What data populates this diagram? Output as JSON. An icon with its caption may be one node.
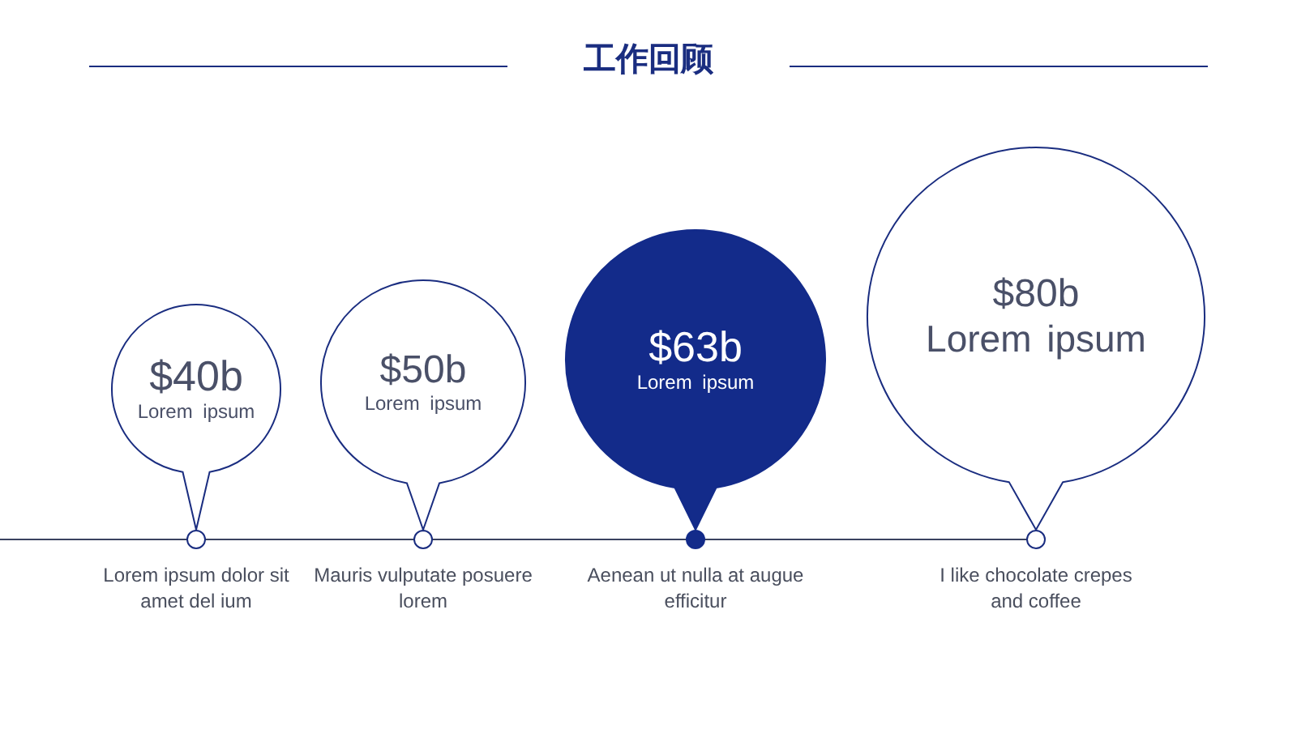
{
  "diagram": {
    "title": "工作回顾",
    "nodes": [
      {
        "text": [
          "$40b",
          "Lorem ipsum"
        ],
        "beside": [
          "Lorem ipsum dolor sit amet del ium"
        ]
      },
      {
        "text": [
          "$50b",
          "Lorem ipsum"
        ],
        "beside": [
          "Mauris vulputate posuere lorem"
        ]
      },
      {
        "text": [
          "$63b",
          "Lorem ipsum"
        ],
        "beside": [
          "Aenean ut nulla at augue efficitur"
        ]
      },
      {
        "text": [
          "$80b",
          "Lorem ipsum"
        ],
        "beside": [
          "I like chocolate crepes and coffee"
        ]
      }
    ]
  }
}
